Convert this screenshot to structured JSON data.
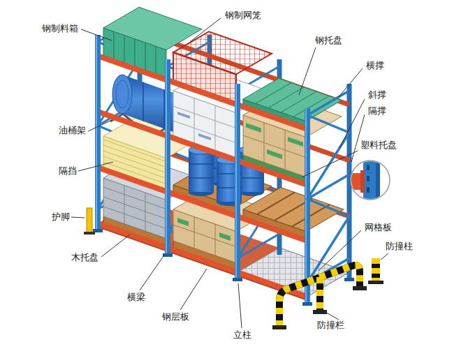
{
  "diagram": {
    "labels": [
      "钢制网笼",
      "钢制料箱",
      "钢托盘",
      "横撑",
      "斜撑",
      "隔撑",
      "油桶架",
      "塑料托盘",
      "隔挡",
      "护脚",
      "网格板",
      "防撞柱",
      "木托盘",
      "横梁",
      "钢层板",
      "防撞栏",
      "立柱"
    ]
  }
}
